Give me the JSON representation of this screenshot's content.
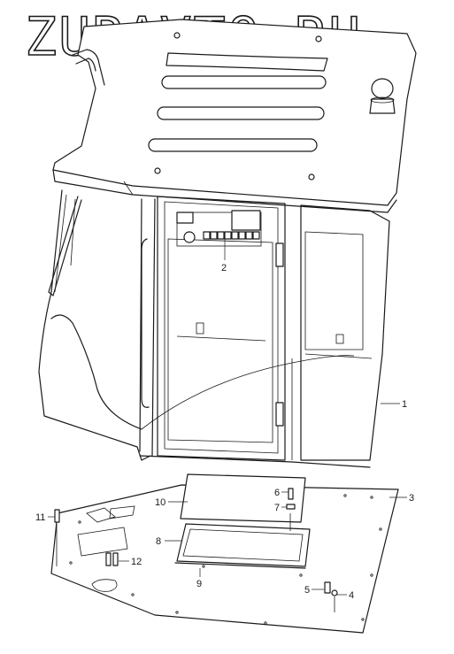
{
  "watermark": "ZURAVTO.RU",
  "corner_mark": "",
  "callouts": {
    "c1": "1",
    "c2": "2",
    "c3": "3",
    "c4": "4",
    "c5": "5",
    "c6": "6",
    "c7": "7",
    "c8": "8",
    "c9": "9",
    "c10": "10",
    "c11": "11",
    "c12": "12"
  }
}
